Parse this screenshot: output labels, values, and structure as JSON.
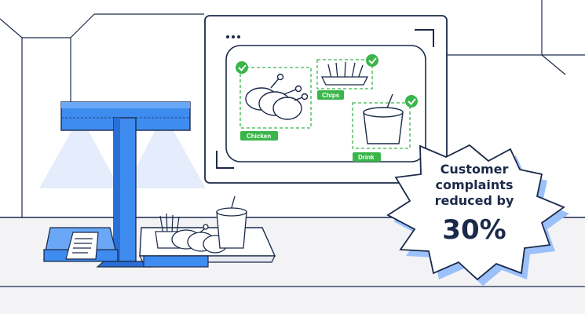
{
  "screen": {
    "detections": [
      {
        "label": "Chicken"
      },
      {
        "label": "Chips"
      },
      {
        "label": "Drink"
      }
    ]
  },
  "callout": {
    "line1": "Customer",
    "line2": "complaints",
    "line3": "reduced by",
    "stat": "30%"
  },
  "colors": {
    "outline": "#1b2a4a",
    "detection_green": "#39b54a",
    "stand_blue": "#3f8cf0",
    "stand_dark": "#2a6fd6",
    "shadow_blue": "#9cc0fa"
  }
}
